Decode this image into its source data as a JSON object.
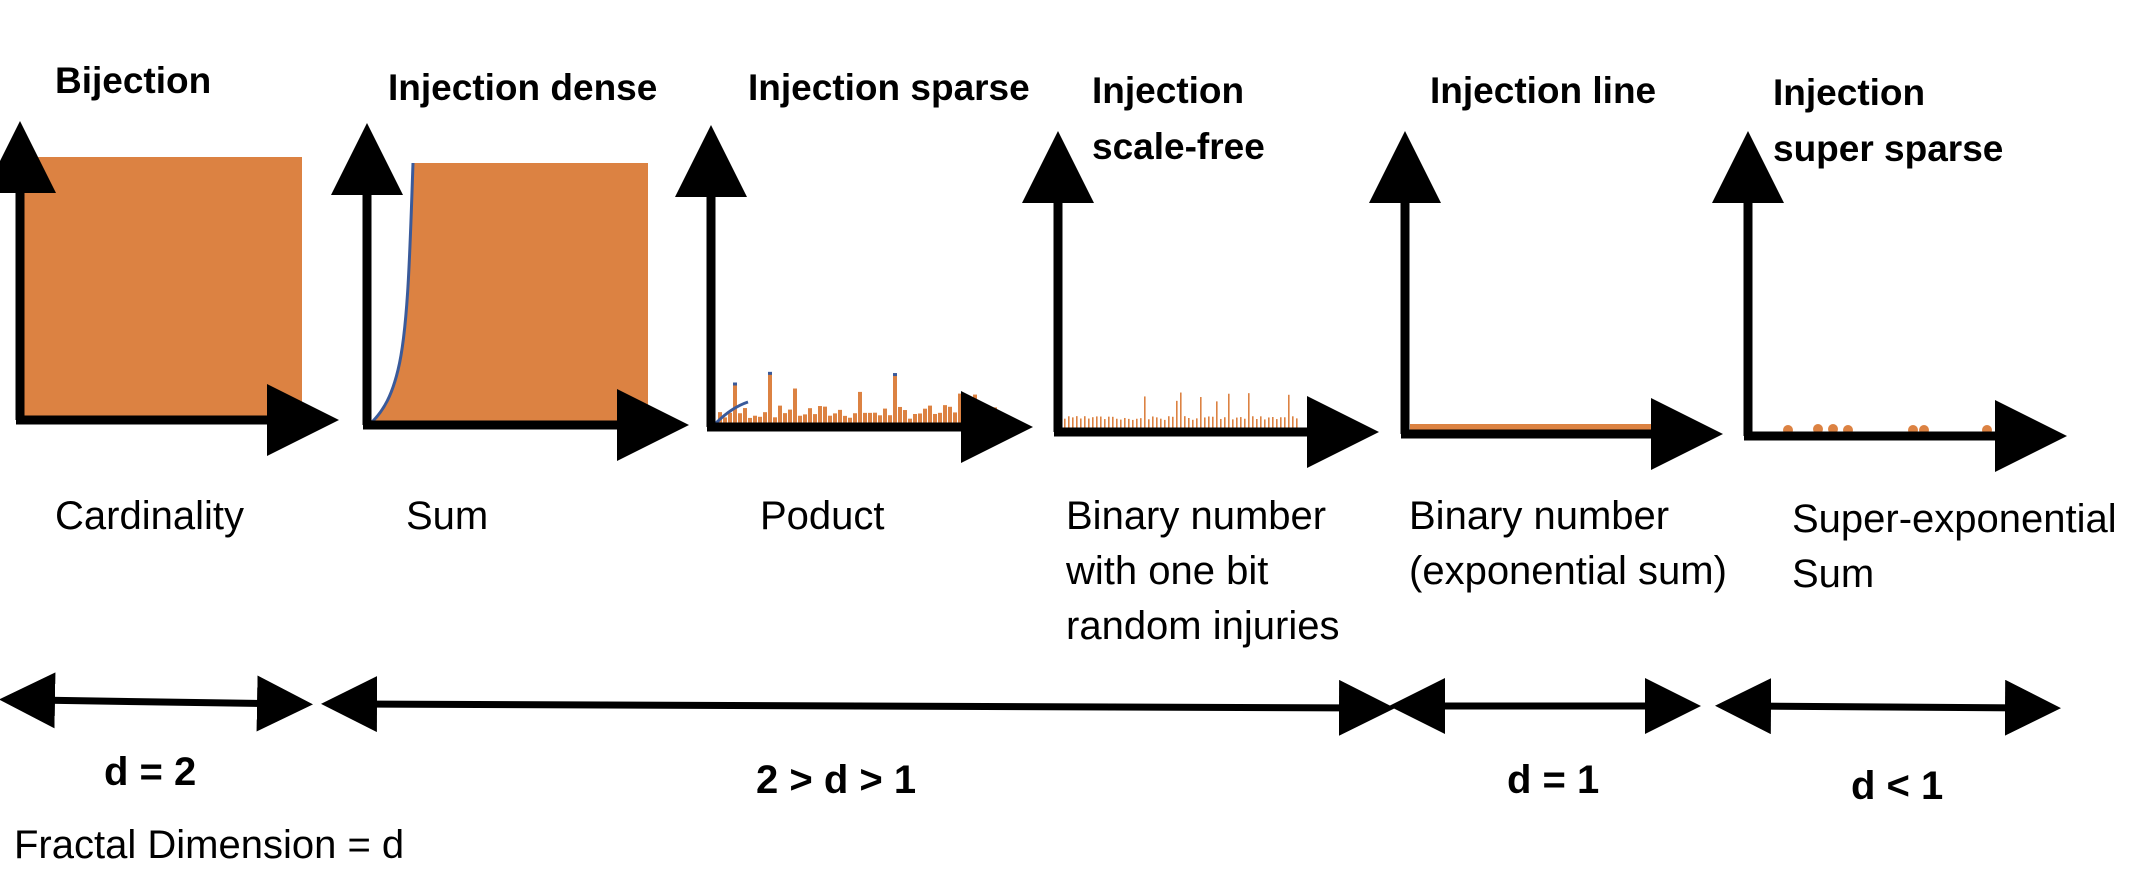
{
  "panels": [
    {
      "title_lines": [
        "Bijection"
      ],
      "caption_lines": [
        "Cardinality"
      ]
    },
    {
      "title_lines": [
        "Injection dense"
      ],
      "caption_lines": [
        "Sum"
      ]
    },
    {
      "title_lines": [
        "Injection sparse"
      ],
      "caption_lines": [
        "Poduct"
      ]
    },
    {
      "title_lines": [
        "Injection",
        "scale-free"
      ],
      "caption_lines": [
        "Binary number",
        "with one bit",
        "random injuries"
      ]
    },
    {
      "title_lines": [
        "Injection line"
      ],
      "caption_lines": [
        "Binary number",
        "(exponential sum)"
      ]
    },
    {
      "title_lines": [
        "Injection",
        "super sparse"
      ],
      "caption_lines": [
        "Super-exponential",
        "Sum"
      ]
    }
  ],
  "ranges": [
    {
      "label": "d = 2"
    },
    {
      "label": "2 > d > 1"
    },
    {
      "label": "d = 1"
    },
    {
      "label": "d < 1"
    }
  ],
  "footer": "Fractal Dimension = d",
  "colors": {
    "fill": "#dc8242",
    "axis": "#000000",
    "curve": "#3a5a9a"
  }
}
